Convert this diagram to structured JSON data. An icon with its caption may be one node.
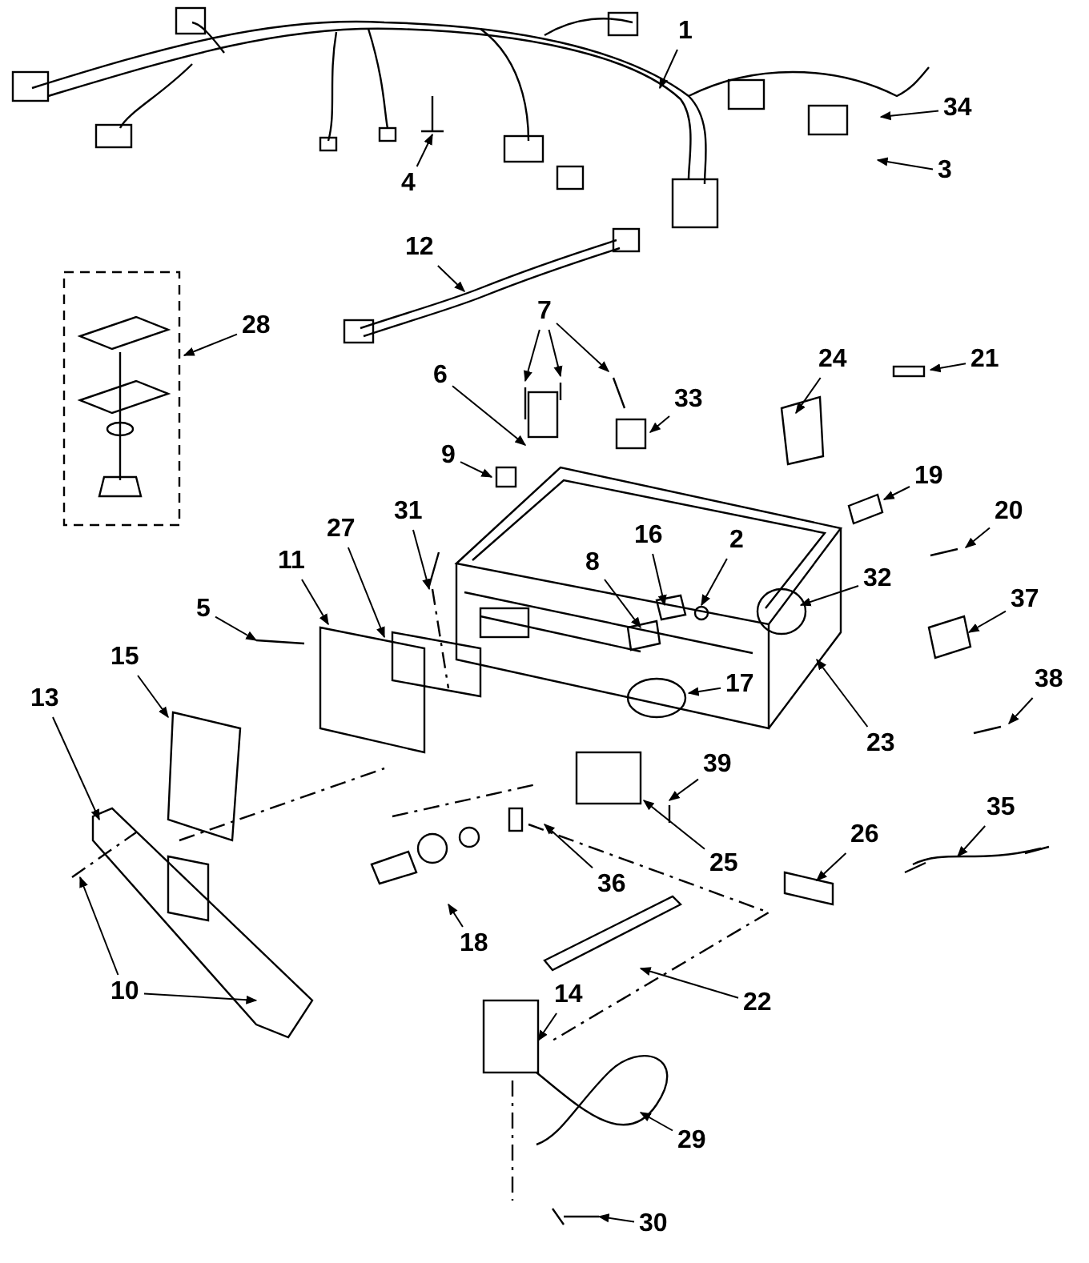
{
  "diagram": {
    "nodes": [
      {
        "text": [
          "1"
        ]
      },
      {
        "text": [
          "34"
        ]
      },
      {
        "text": [
          "3"
        ]
      },
      {
        "text": [
          "4"
        ]
      },
      {
        "text": [
          "12"
        ]
      },
      {
        "text": [
          "28"
        ]
      },
      {
        "text": [
          "7"
        ]
      },
      {
        "text": [
          "6"
        ]
      },
      {
        "text": [
          "33"
        ]
      },
      {
        "text": [
          "24"
        ]
      },
      {
        "text": [
          "21"
        ]
      },
      {
        "text": [
          "9"
        ]
      },
      {
        "text": [
          "31"
        ]
      },
      {
        "text": [
          "27"
        ]
      },
      {
        "text": [
          "11"
        ]
      },
      {
        "text": [
          "19"
        ]
      },
      {
        "text": [
          "20"
        ]
      },
      {
        "text": [
          "37"
        ]
      },
      {
        "text": [
          "38"
        ]
      },
      {
        "text": [
          "16"
        ]
      },
      {
        "text": [
          "2"
        ]
      },
      {
        "text": [
          "8"
        ]
      },
      {
        "text": [
          "32"
        ]
      },
      {
        "text": [
          "5"
        ]
      },
      {
        "text": [
          "17"
        ]
      },
      {
        "text": [
          "23"
        ]
      },
      {
        "text": [
          "15"
        ]
      },
      {
        "text": [
          "13"
        ]
      },
      {
        "text": [
          "35"
        ]
      },
      {
        "text": [
          "39"
        ]
      },
      {
        "text": [
          "25"
        ]
      },
      {
        "text": [
          "26"
        ]
      },
      {
        "text": [
          "36"
        ]
      },
      {
        "text": [
          "10"
        ]
      },
      {
        "text": [
          "18"
        ]
      },
      {
        "text": [
          "22"
        ]
      },
      {
        "text": [
          "14"
        ]
      },
      {
        "text": [
          "29"
        ]
      },
      {
        "text": [
          "30"
        ]
      }
    ],
    "edges": [
      {
        "from": 0,
        "to": null,
        "arrow": "to"
      },
      {
        "from": 1,
        "to": null,
        "arrow": "to"
      },
      {
        "from": 2,
        "to": null,
        "arrow": "to"
      },
      {
        "from": 3,
        "to": null,
        "arrow": "to"
      },
      {
        "from": 4,
        "to": null,
        "arrow": "to"
      },
      {
        "from": 5,
        "to": null,
        "arrow": "to"
      },
      {
        "from": 6,
        "to": null,
        "arrow": "to"
      },
      {
        "from": 6,
        "to": null,
        "arrow": "to"
      },
      {
        "from": 6,
        "to": null,
        "arrow": "to"
      },
      {
        "from": 7,
        "to": null,
        "arrow": "to"
      },
      {
        "from": 8,
        "to": null,
        "arrow": "to"
      },
      {
        "from": 9,
        "to": null,
        "arrow": "to"
      },
      {
        "from": 10,
        "to": null,
        "arrow": "to"
      },
      {
        "from": 11,
        "to": null,
        "arrow": "to"
      },
      {
        "from": 12,
        "to": null,
        "arrow": "to"
      },
      {
        "from": 13,
        "to": null,
        "arrow": "to"
      },
      {
        "from": 14,
        "to": null,
        "arrow": "to"
      },
      {
        "from": 15,
        "to": null,
        "arrow": "to"
      },
      {
        "from": 16,
        "to": null,
        "arrow": "to"
      },
      {
        "from": 17,
        "to": null,
        "arrow": "to"
      },
      {
        "from": 18,
        "to": null,
        "arrow": "to"
      },
      {
        "from": 19,
        "to": null,
        "arrow": "to"
      },
      {
        "from": 20,
        "to": null,
        "arrow": "to"
      },
      {
        "from": 21,
        "to": null,
        "arrow": "to"
      },
      {
        "from": 22,
        "to": null,
        "arrow": "to"
      },
      {
        "from": 23,
        "to": null,
        "arrow": "to"
      },
      {
        "from": 24,
        "to": null,
        "arrow": "to"
      },
      {
        "from": 25,
        "to": null,
        "arrow": "to"
      },
      {
        "from": 26,
        "to": null,
        "arrow": "to"
      },
      {
        "from": 27,
        "to": null,
        "arrow": "to"
      },
      {
        "from": 28,
        "to": null,
        "arrow": "to"
      },
      {
        "from": 29,
        "to": null,
        "arrow": "to"
      },
      {
        "from": 30,
        "to": null,
        "arrow": "to"
      },
      {
        "from": 31,
        "to": null,
        "arrow": "to"
      },
      {
        "from": 32,
        "to": null,
        "arrow": "to"
      },
      {
        "from": 33,
        "to": null,
        "arrow": "to"
      },
      {
        "from": 33,
        "to": null,
        "arrow": "to"
      },
      {
        "from": 34,
        "to": null,
        "arrow": "to"
      },
      {
        "from": 35,
        "to": null,
        "arrow": "to"
      },
      {
        "from": 36,
        "to": null,
        "arrow": "to"
      },
      {
        "from": 37,
        "to": null,
        "arrow": "to"
      },
      {
        "from": 38,
        "to": null,
        "arrow": "to"
      }
    ]
  }
}
